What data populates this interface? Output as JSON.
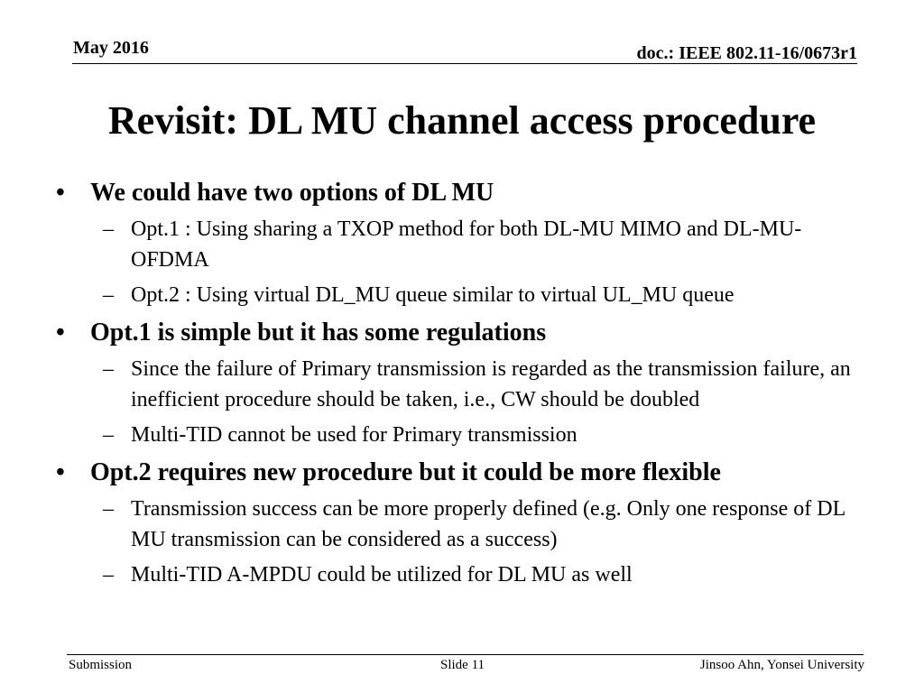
{
  "header": {
    "date": "May 2016",
    "doc_id": "doc.: IEEE 802.11-16/0673r1"
  },
  "title": "Revisit: DL MU channel access procedure",
  "bullet_symbol": "•",
  "dash_symbol": "–",
  "bullets": [
    {
      "text": "We could have two options of DL MU",
      "subs": [
        "Opt.1 : Using sharing a TXOP method for both DL-MU MIMO and DL-MU-OFDMA",
        "Opt.2 : Using virtual DL_MU queue similar to virtual UL_MU queue"
      ]
    },
    {
      "text": "Opt.1 is simple but it has some regulations",
      "subs": [
        "Since the failure of Primary transmission is regarded as the transmission failure, an inefficient procedure should be taken, i.e., CW should be doubled",
        "Multi-TID cannot be used for Primary transmission"
      ]
    },
    {
      "text": "Opt.2 requires new procedure but it could be more flexible",
      "subs": [
        "Transmission success can be more properly defined (e.g. Only one response of DL MU transmission can be considered as a success)",
        "Multi-TID A-MPDU could be utilized for DL MU as well"
      ]
    }
  ],
  "footer": {
    "left": "Submission",
    "center": "Slide 11",
    "right": "Jinsoo Ahn, Yonsei University"
  }
}
